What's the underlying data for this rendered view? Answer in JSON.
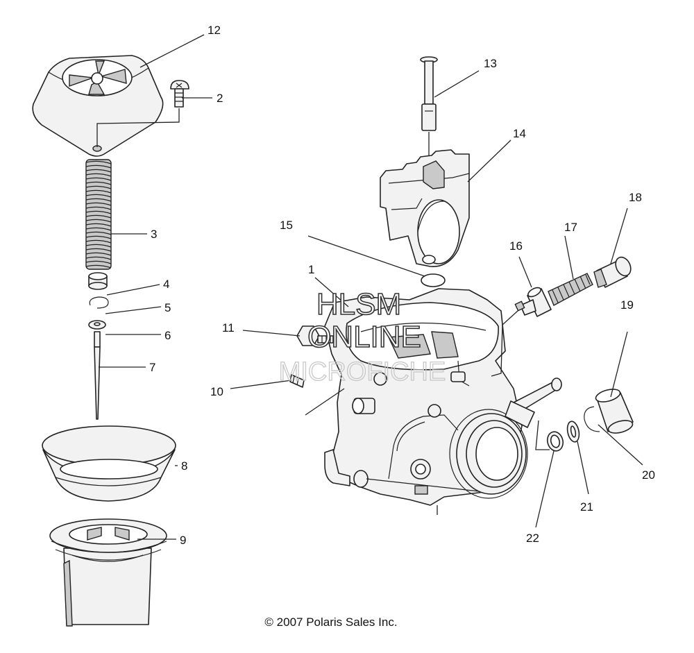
{
  "callouts": [
    {
      "id": "1",
      "label": "1"
    },
    {
      "id": "2",
      "label": "2"
    },
    {
      "id": "3",
      "label": "3"
    },
    {
      "id": "4",
      "label": "4"
    },
    {
      "id": "5",
      "label": "5"
    },
    {
      "id": "6",
      "label": "6"
    },
    {
      "id": "7",
      "label": "7"
    },
    {
      "id": "8",
      "label": "8"
    },
    {
      "id": "9",
      "label": "9"
    },
    {
      "id": "10",
      "label": "10"
    },
    {
      "id": "11",
      "label": "11"
    },
    {
      "id": "12",
      "label": "12"
    },
    {
      "id": "13",
      "label": "13"
    },
    {
      "id": "14",
      "label": "14"
    },
    {
      "id": "15",
      "label": "15"
    },
    {
      "id": "16",
      "label": "16"
    },
    {
      "id": "17",
      "label": "17"
    },
    {
      "id": "18",
      "label": "18"
    },
    {
      "id": "19",
      "label": "19"
    },
    {
      "id": "20",
      "label": "20"
    },
    {
      "id": "21",
      "label": "21"
    },
    {
      "id": "22",
      "label": "22"
    }
  ],
  "watermark": {
    "line1": "HLSM",
    "line2": "ONLINE",
    "line3": "MICROFICHE"
  },
  "copyright": "© 2007 Polaris Sales Inc."
}
